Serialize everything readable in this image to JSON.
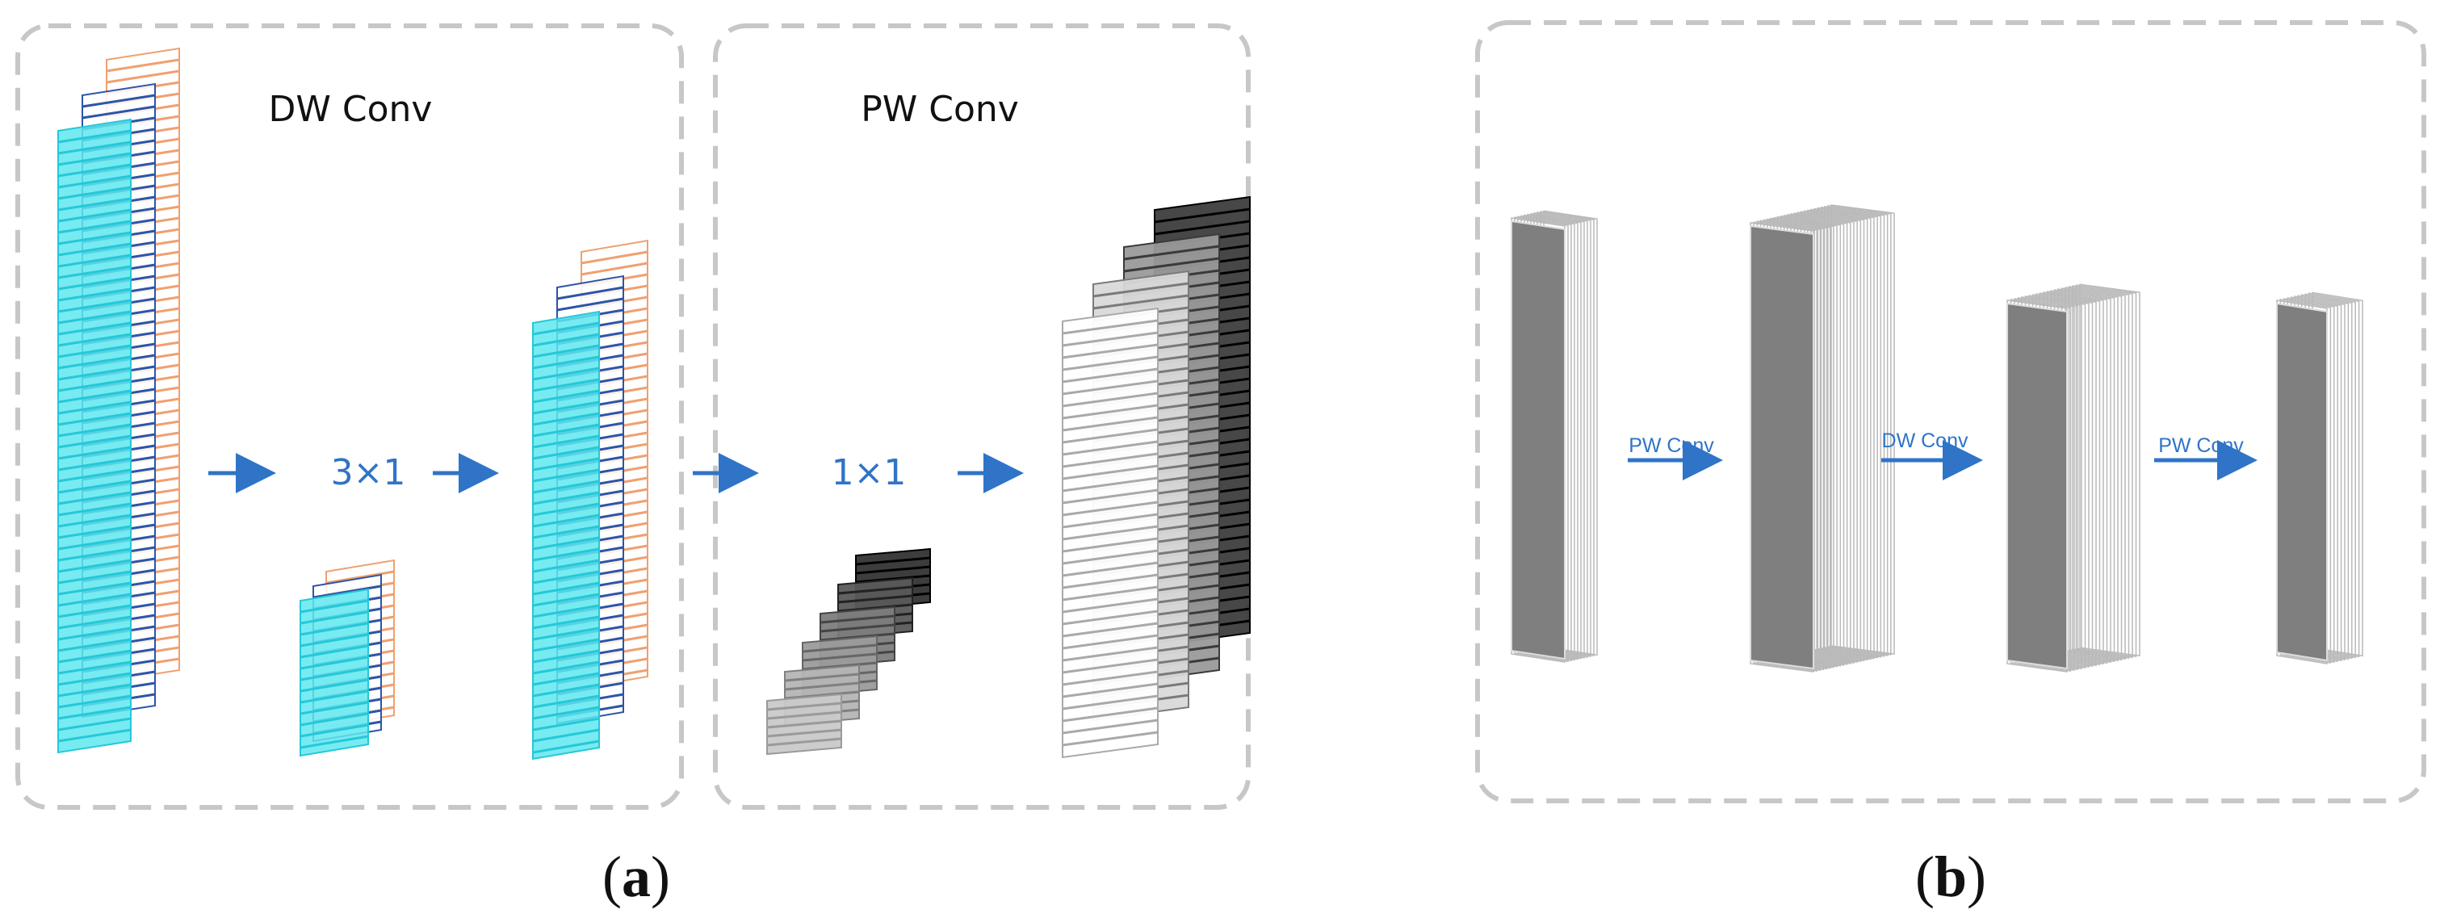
{
  "colors": {
    "accent": "#2f74c7",
    "panel_border": "#c7c7c7",
    "cyan": "#5fe8ee",
    "cyan_line": "#25c8d8",
    "navy": "#2c55a8",
    "orange": "#f0a070",
    "gray_block": "#7f7f7f"
  },
  "panel_a": {
    "dw_title": "DW Conv",
    "pw_title": "PW Conv",
    "op_dw": "3×1",
    "op_pw": "1×1",
    "caption_open": "(",
    "caption_letter": "a",
    "caption_close": ")"
  },
  "panel_b": {
    "label_1": "PW Conv",
    "label_2": "DW Conv",
    "label_3": "PW Conv",
    "caption_open": "(",
    "caption_letter": "b",
    "caption_close": ")"
  }
}
